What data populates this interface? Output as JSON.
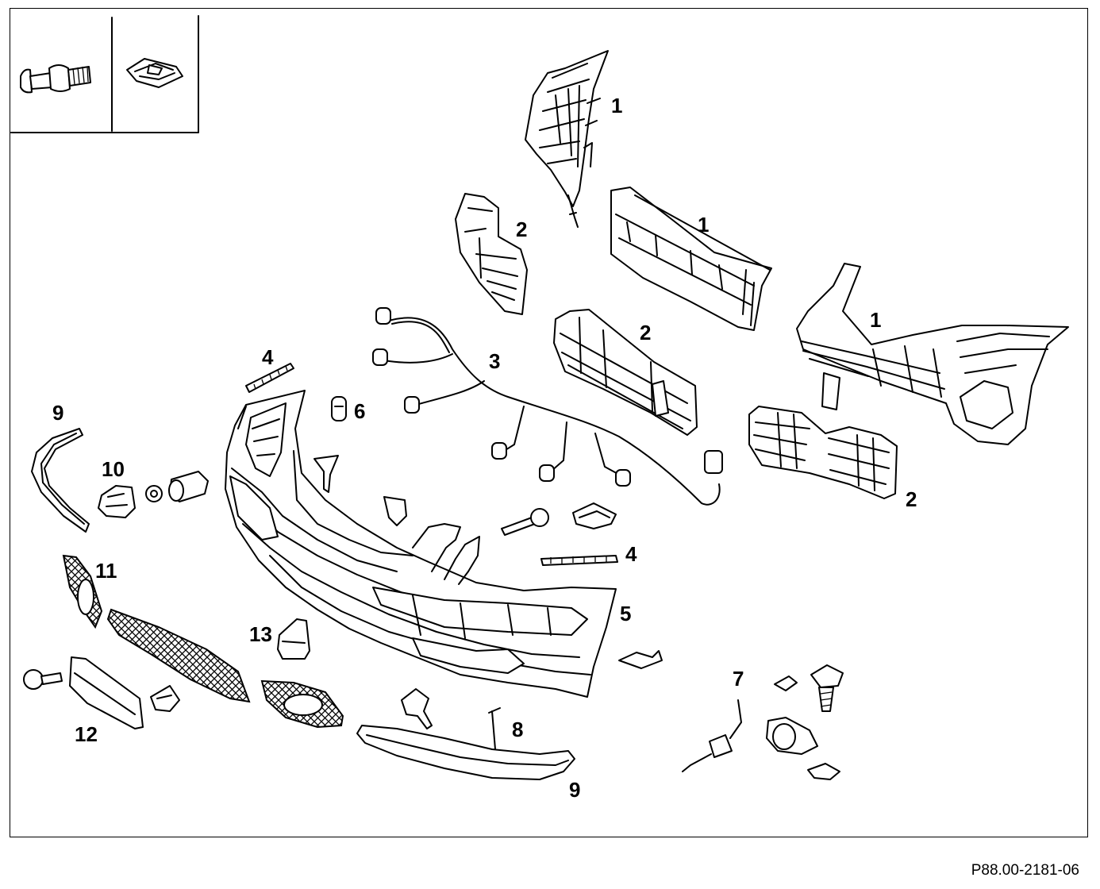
{
  "callouts": {
    "c1a": "1",
    "c1b": "1",
    "c1c": "1",
    "c2a": "2",
    "c2b": "2",
    "c2c": "2",
    "c3": "3",
    "c4a": "4",
    "c4b": "4",
    "c5": "5",
    "c6": "6",
    "c7": "7",
    "c8": "8",
    "c9a": "9",
    "c9b": "9",
    "c10": "10",
    "c11": "11",
    "c12": "12",
    "c13": "13"
  },
  "figure_code": "P88.00-2181-06"
}
